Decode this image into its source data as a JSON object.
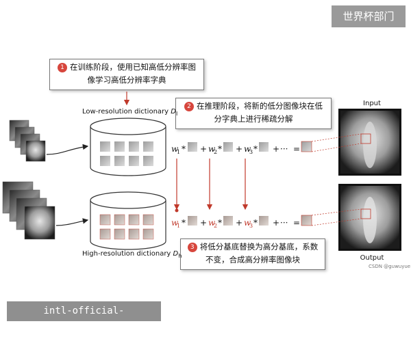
{
  "watermarks": {
    "top_right": "世界杯部门",
    "bottom_left": "intl-official-fifawc.com.cn",
    "csdn": "CSDN @guwuyue"
  },
  "steps": [
    {
      "num": "1",
      "line1": "在训练阶段，使用已知高低分辨率图",
      "line2": "像学习高低分辨率字典"
    },
    {
      "num": "2",
      "line1": "在推理阶段，将新的低分图像块在低",
      "line2": "分字典上进行稀疏分解"
    },
    {
      "num": "3",
      "line1": "将低分基底替换为高分基底，系数",
      "line2": "不变，合成高分辨率图像块"
    }
  ],
  "dictionaries": {
    "low": {
      "label": "Low-resolution dictionary",
      "symbol": "D",
      "sub": "l"
    },
    "high": {
      "label": "High-resolution dictionary",
      "symbol": "D",
      "sub": "h"
    }
  },
  "io": {
    "input": "Input",
    "output": "Output"
  },
  "equation": {
    "terms": [
      {
        "w": "w",
        "sub": "1"
      },
      {
        "w": "w",
        "sub": "2"
      },
      {
        "w": "w",
        "sub": "3"
      }
    ],
    "plus": "+",
    "dots": "···",
    "equals": "=",
    "times": "*"
  },
  "colors": {
    "accent": "#c0392b",
    "dict_border": "#333333",
    "tile": "#b8b8b8"
  }
}
